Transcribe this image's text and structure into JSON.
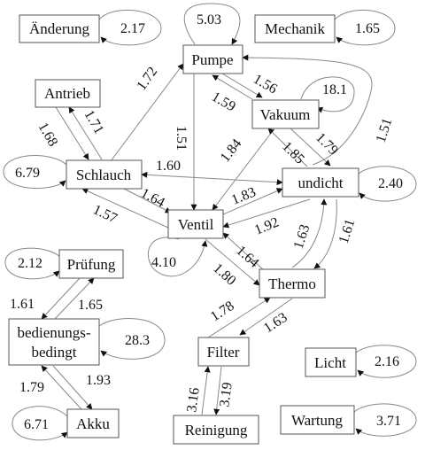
{
  "diagram": {
    "type": "directed-graph",
    "nodes": {
      "aenderung": "Änderung",
      "mechanik": "Mechanik",
      "pumpe": "Pumpe",
      "antrieb": "Antrieb",
      "vakuum": "Vakuum",
      "schlauch": "Schlauch",
      "undicht": "undicht",
      "ventil": "Ventil",
      "pruefung": "Prüfung",
      "thermo": "Thermo",
      "bedienungsbedingt_1": "bedienungs-",
      "bedienungsbedingt_2": "bedingt",
      "filter": "Filter",
      "licht": "Licht",
      "akku": "Akku",
      "wartung": "Wartung",
      "reinigung": "Reinigung"
    },
    "self_loops": {
      "aenderung": "2.17",
      "mechanik": "1.65",
      "pumpe": "5.03",
      "vakuum": "18.1",
      "schlauch": "6.79",
      "undicht": "2.40",
      "ventil": "4.10",
      "pruefung": "2.12",
      "bedienungsbedingt": "28.3",
      "licht": "2.16",
      "akku": "6.71",
      "wartung": "3.71"
    },
    "edges": {
      "schlauch_pumpe": "1.72",
      "pumpe_ventil": "1.51",
      "undicht_pumpe": "1.51",
      "pumpe_vakuum": "1.56",
      "vakuum_pumpe": "1.59",
      "antrieb_schlauch": "1.68",
      "schlauch_antrieb": "1.71",
      "vakuum_ventil": "1.84",
      "undicht_vakuum": "1.85",
      "vakuum_undicht": "1.79",
      "schlauch_undicht": "1.60",
      "schlauch_ventil": "1.64",
      "ventil_schlauch": "1.57",
      "ventil_undicht": "1.83",
      "undicht_ventil": "1.92",
      "thermo_ventil": "1.64",
      "ventil_thermo": "1.80",
      "thermo_undicht": "1.63",
      "undicht_thermo": "1.61",
      "filter_thermo": "1.78",
      "thermo_filter": "1.63",
      "reinigung_filter": "3.16",
      "filter_reinigung": "3.19",
      "bedienungsbedingt_pruefung": "1.65",
      "pruefung_bedienungsbedingt": "1.61",
      "akku_bedienungsbedingt": "1.79",
      "bedienungsbedingt_akku": "1.93"
    }
  }
}
